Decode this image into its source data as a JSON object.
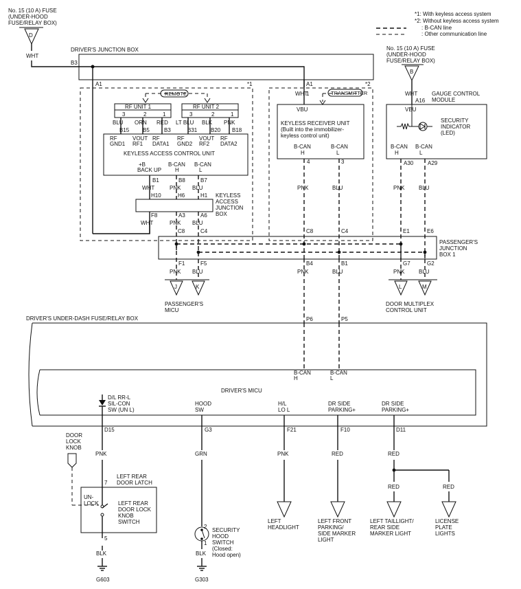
{
  "legend": {
    "note1": "*1: With keyless access system",
    "note2": "*2: Without keyless access system",
    "bcan": ": B-CAN line",
    "other": ": Other communication line"
  },
  "fuse_left": {
    "line1": "No. 15 (10 A) FUSE",
    "line2": "(UNDER-HOOD",
    "line3": "FUSE/RELAY BOX)",
    "letter": "D",
    "wire": "WHT"
  },
  "fuse_right": {
    "line1": "No. 15 (10 A) FUSE",
    "line2": "(UNDER-HOOD",
    "line3": "FUSE/RELAY BOX)",
    "letter": "B",
    "wire": "WHT"
  },
  "djb": {
    "title": "DRIVER'S JUNCTION BOX",
    "b3": "B3",
    "a1_left": "A1",
    "a1_right": "A1"
  },
  "marks": {
    "star1": "*1",
    "star2": "*2"
  },
  "keyless": {
    "remote": "REMOTE",
    "rf1": {
      "title": "RF UNIT 1",
      "p3": "3",
      "p2": "2",
      "p1": "1",
      "blu": "BLU",
      "orn": "ORN",
      "red": "RED"
    },
    "rf2": {
      "title": "RF UNIT 2",
      "p3": "3",
      "p2": "2",
      "p1": "1",
      "ltblu": "LT BLU",
      "blk": "BLK",
      "pnk": "PNK"
    },
    "pins": [
      "B15",
      "B5",
      "B3",
      "B31",
      "B20",
      "B18"
    ],
    "sigs": [
      [
        "RF",
        "GND1"
      ],
      [
        "VOUT",
        "RF1"
      ],
      [
        "RF",
        "DATA1"
      ],
      [
        "RF",
        "GND2"
      ],
      [
        "VOUT",
        "RF2"
      ],
      [
        "RF",
        "DATA2"
      ]
    ],
    "title": "KEYLESS ACCESS CONTROL UNIT",
    "backup": [
      "+B",
      "BACK UP"
    ],
    "bcanh": [
      "B-CAN",
      "H"
    ],
    "bcanl": [
      "B-CAN",
      "L"
    ],
    "pin_b1": "B1",
    "pin_b8": "B8",
    "pin_b7": "B7",
    "wht": "WHT",
    "pnk": "PNK",
    "blu": "BLU",
    "h10": "H10",
    "h6": "H6",
    "h1": "H1",
    "kjb": [
      "KEYLESS",
      "ACCESS",
      "JUNCTION",
      "BOX"
    ],
    "f8": "F8",
    "a3": "A3",
    "a6": "A6",
    "wht2": "WHT",
    "pnk2": "PNK",
    "blu2": "BLU"
  },
  "receiver": {
    "transmitter": "TRANSMITTER",
    "pin1": "1",
    "wht": "WHT",
    "vbu": "VBU",
    "title": "KEYLESS RECEIVER UNIT",
    "sub1": "(Built into the immobilizer-",
    "sub2": "keyless control unit)",
    "bcanh": [
      "B-CAN",
      "H"
    ],
    "bcanl": [
      "B-CAN",
      "L"
    ],
    "pin4": "4",
    "pin3": "3",
    "pnk": "PNK",
    "blu": "BLU"
  },
  "gauge": {
    "title1": "GAUGE CONTROL",
    "title2": "MODULE",
    "pin_a16": "A16",
    "vbu": "VBU",
    "ind1": "SECURITY",
    "ind2": "INDICATOR",
    "ind3": "(LED)",
    "bcanh": [
      "B-CAN",
      "H"
    ],
    "bcanl": [
      "B-CAN",
      "L"
    ],
    "a30": "A30",
    "a29": "A29",
    "pnk": "PNK",
    "blu": "BLU"
  },
  "pjb": {
    "title": [
      "PASSENGER'S",
      "JUNCTION",
      "BOX 1"
    ],
    "top": [
      "C8",
      "C4",
      "C8",
      "C4",
      "E1",
      "E6"
    ],
    "bottom": [
      "F1",
      "F5",
      "B4",
      "B1",
      "G7",
      "G2"
    ],
    "wires": [
      "PNK",
      "BLU",
      "PNK",
      "BLU",
      "PNK",
      "BLU"
    ],
    "conn": [
      "J",
      "K",
      "L",
      "M"
    ],
    "pmicu": [
      "PASSENGER'S",
      "MICU"
    ],
    "dmcu": [
      "DOOR MULTIPLEX",
      "CONTROL UNIT"
    ]
  },
  "dufb": {
    "title": "DRIVER'S UNDER-DASH FUSE/RELAY BOX",
    "p6": "P6",
    "p5": "P5"
  },
  "micu": {
    "title": "DRIVER'S MICU",
    "bcanh": [
      "B-CAN",
      "H"
    ],
    "bcanl": [
      "B-CAN",
      "L"
    ],
    "dl": [
      "D/L RR-L",
      "SIL-CON",
      "SW (UN L)"
    ],
    "hood": [
      "HOOD",
      "SW"
    ],
    "hl": [
      "H/L",
      "LO L"
    ],
    "dr1": [
      "DR SIDE",
      "PARKING+"
    ],
    "dr2": [
      "DR SIDE",
      "PARKING+"
    ],
    "pins": [
      "D15",
      "G3",
      "F21",
      "F10",
      "D11"
    ]
  },
  "bottom": {
    "pnk": "PNK",
    "grn": "GRN",
    "pnk2": "PNK",
    "red": "RED",
    "red2": "RED",
    "red3": "RED",
    "red4": "RED",
    "knob": [
      "DOOR",
      "LOCK",
      "KNOB"
    ],
    "latch": [
      "LEFT REAR",
      "DOOR LATCH"
    ],
    "p7": "7",
    "p5": "5",
    "unlock": [
      "UN-",
      "LOCK"
    ],
    "sw": [
      "LEFT REAR",
      "DOOR LOCK",
      "KNOB",
      "SWITCH"
    ],
    "blk": "BLK",
    "g603": "G603",
    "hp2": "2",
    "hp1": "1",
    "hsw": [
      "SECURITY",
      "HOOD",
      "SWITCH",
      "(Closed:",
      "Hood open)"
    ],
    "blk2": "BLK",
    "g303": "G303",
    "loads": [
      [
        "LEFT",
        "HEADLIGHT"
      ],
      [
        "LEFT FRONT",
        "PARKING/",
        "SIDE MARKER",
        "LIGHT"
      ],
      [
        "LEFT TAILLIGHT/",
        "REAR SIDE",
        "MARKER LIGHT"
      ],
      [
        "LICENSE",
        "PLATE",
        "LIGHTS"
      ]
    ]
  }
}
